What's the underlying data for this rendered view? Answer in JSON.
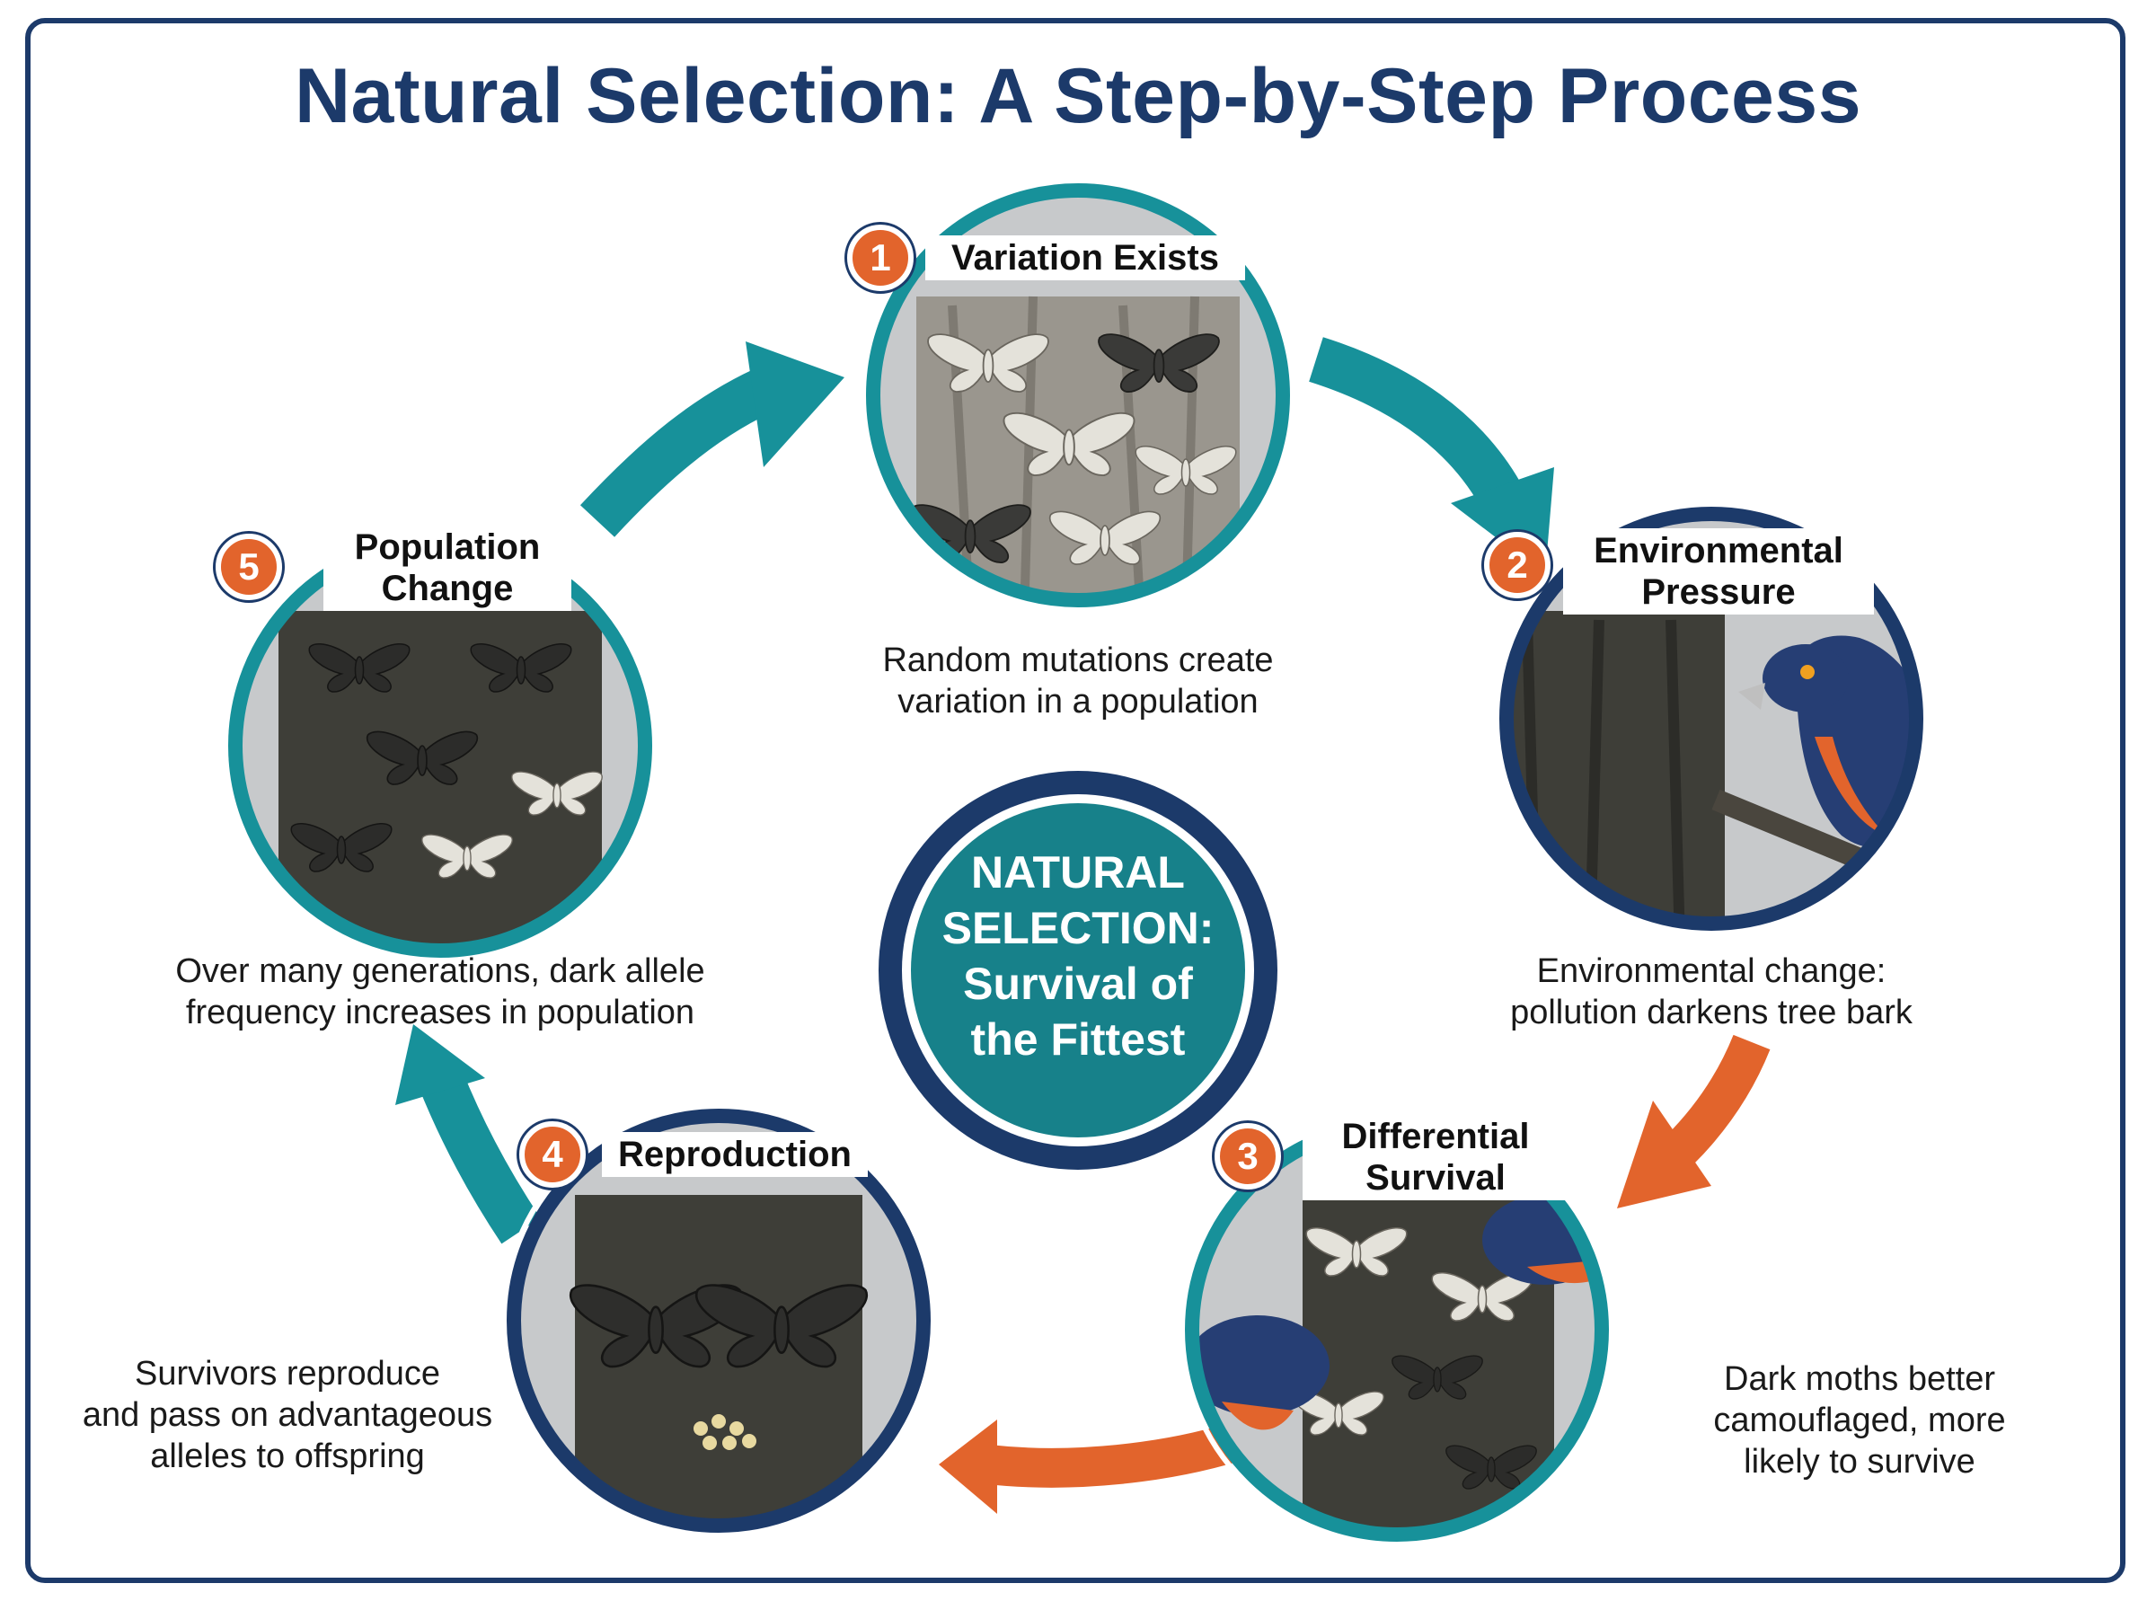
{
  "title": "Natural Selection: A Step-by-Step Process",
  "center": {
    "line1": "NATURAL",
    "line2": "SELECTION:",
    "line3": "Survival of",
    "line4": "the Fittest"
  },
  "steps": [
    {
      "number": "1",
      "title_line1": "Variation Exists",
      "title_line2": "",
      "caption_line1": "Random mutations create",
      "caption_line2": "variation in a population",
      "caption_line3": ""
    },
    {
      "number": "2",
      "title_line1": "Environmental",
      "title_line2": "Pressure",
      "caption_line1": "Environmental change:",
      "caption_line2": "pollution darkens tree bark",
      "caption_line3": ""
    },
    {
      "number": "3",
      "title_line1": "Differential",
      "title_line2": "Survival",
      "caption_line1": "Dark moths better",
      "caption_line2": "camouflaged, more",
      "caption_line3": "likely to survive"
    },
    {
      "number": "4",
      "title_line1": "Reproduction",
      "title_line2": "",
      "caption_line1": "Survivors reproduce",
      "caption_line2": "and pass on advantageous",
      "caption_line3": "alleles to offspring"
    },
    {
      "number": "5",
      "title_line1": "Population",
      "title_line2": "Change",
      "caption_line1": "Over many generations, dark allele",
      "caption_line2": "frequency increases in population",
      "caption_line3": ""
    }
  ],
  "colors": {
    "navy": "#1c3a6a",
    "teal": "#17919a",
    "orange": "#e2642c",
    "light_bark": "#9a968e",
    "dark_bark": "#3e3e38"
  },
  "icons": [
    "moth-icon",
    "hawk-icon",
    "cycle-arrow-icon"
  ]
}
